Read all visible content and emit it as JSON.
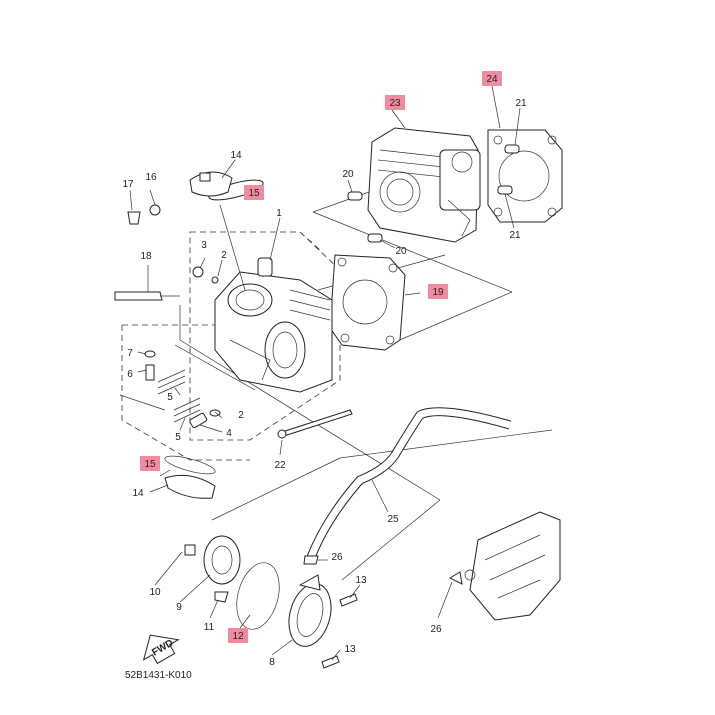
{
  "diagram_code": "52B1431-K010",
  "fwd_label": "FWD",
  "highlight_color": "#f28aa0",
  "callouts": {
    "c1": "1",
    "c2a": "2",
    "c2b": "2",
    "c3": "3",
    "c4": "4",
    "c5a": "5",
    "c5b": "5",
    "c6": "6",
    "c7": "7",
    "c8": "8",
    "c9": "9",
    "c10": "10",
    "c11": "11",
    "c13a": "13",
    "c13b": "13",
    "c14a": "14",
    "c14b": "14",
    "c16": "16",
    "c17": "17",
    "c18": "18",
    "c20a": "20",
    "c20b": "20",
    "c21a": "21",
    "c21b": "21",
    "c22": "22",
    "c25": "25",
    "c26a": "26",
    "c26b": "26"
  },
  "highlighted": {
    "h12": "12",
    "h15a": "15",
    "h15b": "15",
    "h19": "19",
    "h23": "23",
    "h24": "24"
  }
}
